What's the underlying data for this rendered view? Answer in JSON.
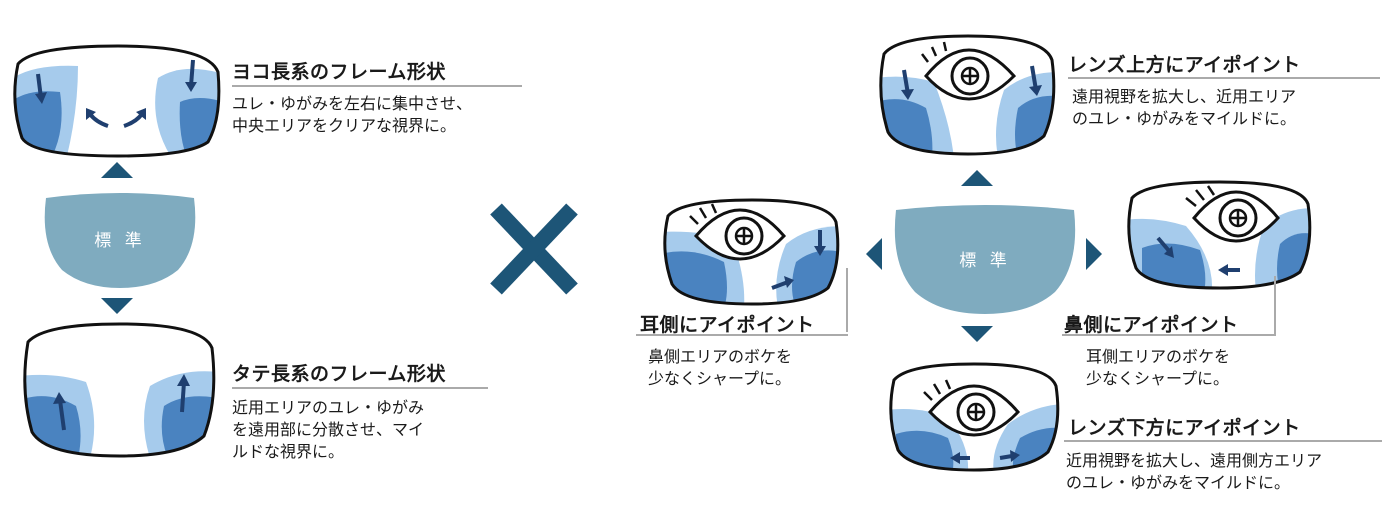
{
  "left": {
    "standard_label": "標 準",
    "top": {
      "title": "ヨコ長系のフレーム形状",
      "desc_lines": [
        "ユレ・ゆがみを左右に集中させ、",
        "中央エリアをクリアな視界に。"
      ]
    },
    "bottom": {
      "title": "タテ長系のフレーム形状",
      "desc_lines": [
        "近用エリアのユレ・ゆがみ",
        "を遠用部に分散させ、マイ",
        "ルドな視界に。"
      ]
    }
  },
  "right": {
    "standard_label": "標 準",
    "up": {
      "title": "レンズ上方にアイポイント",
      "desc_lines": [
        "遠用視野を拡大し、近用エリア",
        "のユレ・ゆがみをマイルドに。"
      ]
    },
    "ear": {
      "title": "耳側にアイポイント",
      "desc_lines": [
        "鼻側エリアのボケを",
        "少なくシャープに。"
      ]
    },
    "nose": {
      "title": "鼻側にアイポイント",
      "desc_lines": [
        "耳側エリアのボケを",
        "少なくシャープに。"
      ]
    },
    "down": {
      "title": "レンズ下方にアイポイント",
      "desc_lines": [
        "近用視野を拡大し、遠用側方エリア",
        "のユレ・ゆがみをマイルドに。"
      ]
    }
  },
  "colors": {
    "dark_blue": "#4a83c0",
    "light_blue": "#a6cbec",
    "arrow": "#1f3f6f",
    "standard_fill": "#7fabbf",
    "triangle": "#1d5577",
    "cross": "#1d5577"
  }
}
